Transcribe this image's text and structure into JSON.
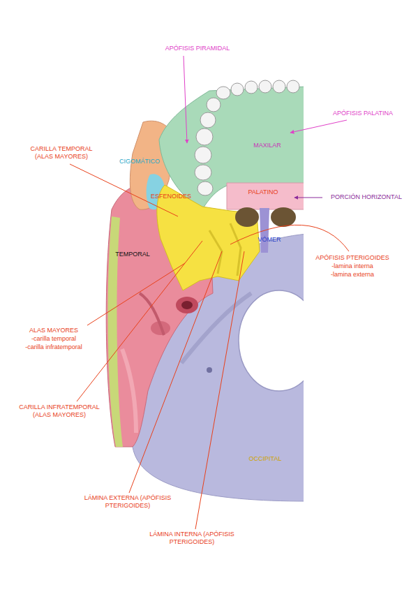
{
  "diagram": {
    "labels": [
      "APÓFISIS PIRAMIDAL",
      "APÓFISIS PALATINA",
      "CARILLA TEMPORAL (ALAS MAYORES)",
      "CIGOMÁTICO",
      "MAXILAR",
      "ESFENOIDES",
      "PALATINO",
      "PORCIÓN HORIZONTAL",
      "TEMPORAL",
      "VÓMER",
      "APÓFISIS PTERIGOIDES",
      "-lamina interna",
      "-lamina externa",
      "ALAS MAYORES",
      "-carilla temporal",
      "-carilla infratemporal",
      "CARILLA INFRATEMPORAL (ALAS MAYORES)",
      "OCCIPITAL",
      "LÁMINA EXTERNA (APÓFISIS PTERIGOIDES)",
      "LÁMINA INTERNA (APÓFISIS PTERIGOIDES)"
    ]
  }
}
